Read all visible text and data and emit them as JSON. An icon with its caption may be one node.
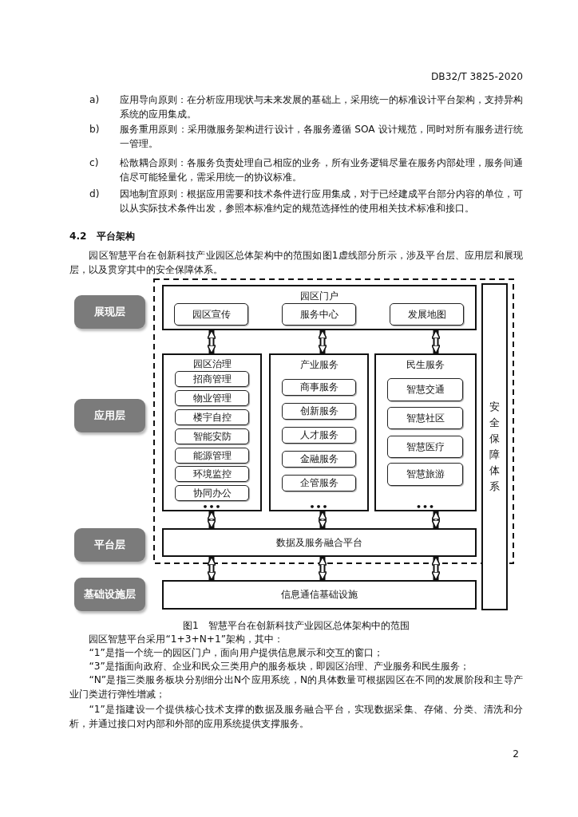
{
  "diagram": {
    "caption": "图1　智慧平台在创新科技产业园区总体架构中的范围",
    "nodes": [
      {
        "text": [
          "展现层"
        ]
      },
      {
        "text": [
          "园区门户"
        ]
      },
      {
        "text": [
          "园区宣传"
        ],
        "in": 1
      },
      {
        "text": [
          "服务中心"
        ],
        "in": 1
      },
      {
        "text": [
          "发展地图"
        ],
        "in": 1
      },
      {
        "text": [
          "应用层"
        ]
      },
      {
        "text": [
          "园区治理",
          "•••"
        ]
      },
      {
        "text": [
          "招商管理"
        ],
        "in": 6
      },
      {
        "text": [
          "物业管理"
        ],
        "in": 6
      },
      {
        "text": [
          "楼宇自控"
        ],
        "in": 6
      },
      {
        "text": [
          "智能安防"
        ],
        "in": 6
      },
      {
        "text": [
          "能源管理"
        ],
        "in": 6
      },
      {
        "text": [
          "环境监控"
        ],
        "in": 6
      },
      {
        "text": [
          "协同办公"
        ],
        "in": 6
      },
      {
        "text": [
          "产业服务",
          "•••"
        ]
      },
      {
        "text": [
          "商事服务"
        ],
        "in": 14
      },
      {
        "text": [
          "创新服务"
        ],
        "in": 14
      },
      {
        "text": [
          "人才服务"
        ],
        "in": 14
      },
      {
        "text": [
          "金融服务"
        ],
        "in": 14
      },
      {
        "text": [
          "企管服务"
        ],
        "in": 14
      },
      {
        "text": [
          "民生服务",
          "•••"
        ]
      },
      {
        "text": [
          "智慧交通"
        ],
        "in": 20
      },
      {
        "text": [
          "智慧社区"
        ],
        "in": 20
      },
      {
        "text": [
          "智慧医疗"
        ],
        "in": 20
      },
      {
        "text": [
          "智慧旅游"
        ],
        "in": 20
      },
      {
        "text": [
          "安全保障体系"
        ]
      },
      {
        "text": [
          "平台层"
        ]
      },
      {
        "text": [
          "数据及服务融合平台"
        ]
      },
      {
        "text": [
          "基础设施层"
        ]
      },
      {
        "text": [
          "信息通信基础设施"
        ]
      }
    ],
    "edges": [
      {
        "from": 1,
        "to": 6,
        "arrow": "both"
      },
      {
        "from": 1,
        "to": 14,
        "arrow": "both"
      },
      {
        "from": 1,
        "to": 20,
        "arrow": "both"
      },
      {
        "from": 6,
        "to": 27,
        "arrow": "both"
      },
      {
        "from": 14,
        "to": 27,
        "arrow": "both"
      },
      {
        "from": 20,
        "to": 27,
        "arrow": "both"
      },
      {
        "from": 27,
        "to": 29,
        "arrow": "both"
      },
      {
        "from": 27,
        "to": 29,
        "arrow": "both"
      },
      {
        "from": 27,
        "to": 29,
        "arrow": "both"
      }
    ],
    "labels": [
      "DB32/T 3825-2020",
      "a)",
      "应用导向原则：在分析应用现状与未来发展的基础上，采用统一的标准设计平台架构，支持异构系统的应用集成。",
      "b)",
      "服务重用原则：采用微服务架构进行设计，各服务遵循 SOA 设计规范，同时对所有服务进行统一管理。",
      "c)",
      "松散耦合原则：各服务负责处理自己相应的业务，所有业务逻辑尽量在服务内部处理，服务间通信尽可能轻量化，需采用统一的协议标准。",
      "d)",
      "因地制宜原则：根据应用需要和技术条件进行应用集成，对于已经建成平台部分内容的单位，可以从实际技术条件出发，参照本标准约定的规范选择性的使用相关技术标准和接口。",
      "4.2　平台架构",
      "园区智慧平台在创新科技产业园区总体架构中的范围如图1虚线部分所示，涉及平台层、应用层和展现层，以及贯穿其中的安全保障体系。",
      "园区智慧平台采用“1+3+N+1”架构，其中：",
      "“1”是指一个统一的园区门户，面向用户提供信息展示和交互的窗口；",
      "“3”是指面向政府、企业和民众三类用户的服务板块，即园区治理、产业服务和民生服务；",
      "“N”是指三类服务板块分别细分出N个应用系统，N的具体数量可根据园区在不同的发展阶段和主导产业门类进行弹性增减；",
      "“1”是指建设一个提供核心技术支撑的数据及服务融合平台，实现数据采集、存储、分类、清洗和分析，并通过接口对内部和外部的应用系统提供支撑服务。",
      "2"
    ]
  }
}
